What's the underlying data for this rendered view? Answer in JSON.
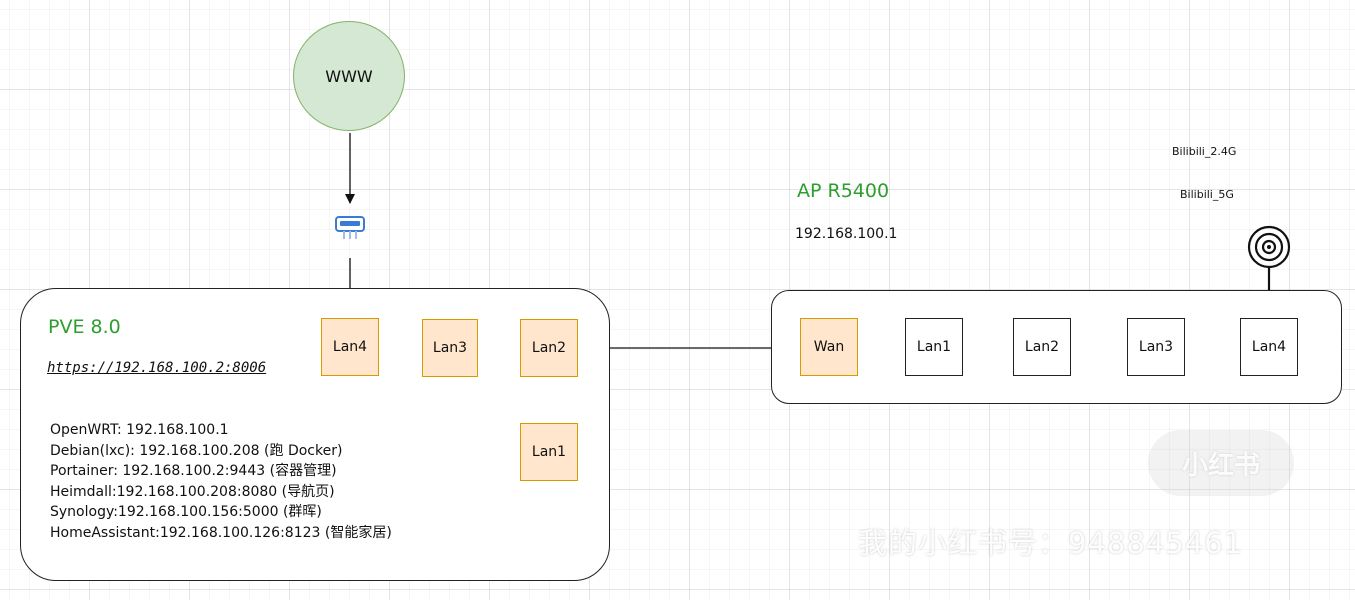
{
  "internet": {
    "label": "WWW"
  },
  "pve": {
    "title": "PVE 8.0",
    "url": "https://192.168.100.2:8006",
    "ports": {
      "lan4": "Lan4",
      "lan3": "Lan3",
      "lan2": "Lan2",
      "lan1": "Lan1"
    },
    "services": [
      "OpenWRT: 192.168.100.1",
      "Debian(lxc): 192.168.100.208 (跑 Docker)",
      "Portainer: 192.168.100.2:9443 (容器管理)",
      "Heimdall:192.168.100.208:8080 (导航页)",
      "Synology:192.168.100.156:5000 (群晖)",
      "HomeAssistant:192.168.100.126:8123 (智能家居)"
    ]
  },
  "ap": {
    "title": "AP R5400",
    "ip": "192.168.100.1",
    "ssids": [
      "Bilibili_2.4G",
      "Bilibili_5G"
    ],
    "ports": {
      "wan": "Wan",
      "lan1": "Lan1",
      "lan2": "Lan2",
      "lan3": "Lan3",
      "lan4": "Lan4"
    }
  },
  "watermark": {
    "logo": "小红书",
    "text": "我的小红书号：948845461"
  },
  "colors": {
    "internet_fill": "#d5e8d4",
    "internet_stroke": "#82b366",
    "port_orange_fill": "#ffe6cc",
    "port_orange_stroke": "#d79b00",
    "title_green": "#2e9e2e",
    "modem_blue": "#3a7bd5"
  },
  "icons": {
    "modem": "modem-icon",
    "antenna": "wifi-antenna-icon"
  }
}
